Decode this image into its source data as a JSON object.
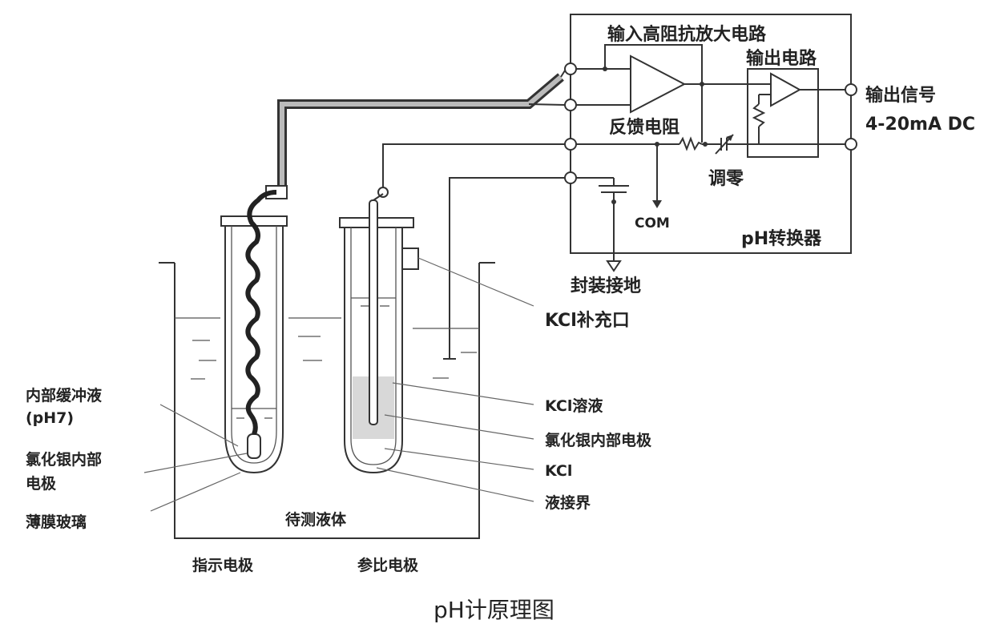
{
  "labels": {
    "amp_title": "输入高阻抗放大电路",
    "output_circuit": "输出电路",
    "output_signal": "输出信号",
    "output_range": "4-20mA DC",
    "feedback_resistor": "反馈电阻",
    "zero_adjust": "调零",
    "com": "COM",
    "converter": "pH转换器",
    "shield_ground": "封装接地",
    "kcl_refill": "KCl补充口",
    "inner_buffer": "内部缓冲液",
    "inner_buffer_ph": "(pH7)",
    "agcl_inner_1": "氯化银内部",
    "agcl_inner_2": "电极",
    "glass_membrane": "薄膜玻璃",
    "kcl_solution": "KCl溶液",
    "agcl_inner_ref": "氯化银内部电极",
    "kcl": "KCl",
    "liquid_junction": "液接界",
    "test_liquid": "待测液体",
    "indicator_electrode": "指示电极",
    "reference_electrode": "参比电极",
    "caption": "pH计原理图"
  }
}
